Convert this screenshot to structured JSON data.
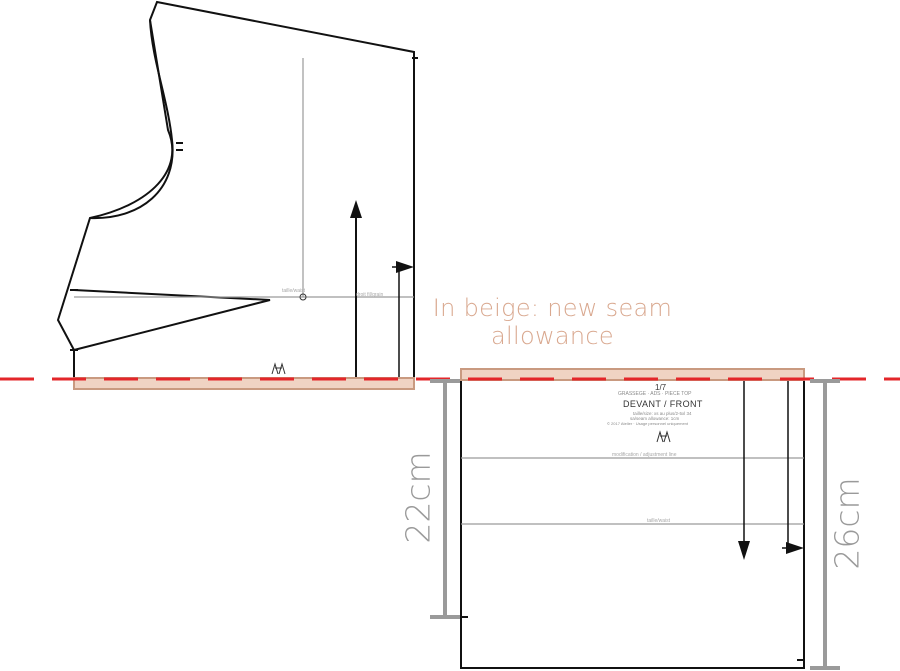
{
  "caption": {
    "line1": "In beige: new seam",
    "line2": "allowance"
  },
  "dimensions": {
    "left_measure": "22cm",
    "right_measure": "26cm"
  },
  "piece_label": {
    "count": "1/7",
    "model": "GRASSEGE · ADS · PIECE TOP",
    "title": "DEVANT / FRONT",
    "size_line": "taille/size: xs au plus/2-5xl 34",
    "seam_line": "sa/seam allowance: 1cm",
    "copyright": "© 2017 Atelier · Usage personnel uniquement"
  },
  "guide_labels": {
    "adjust_line": "modification / adjustment line",
    "waist_line": "taille/waist",
    "waist_line_top": "taille/waist",
    "grain_line_top": "droit fil/grain"
  },
  "colors": {
    "outline": "#111111",
    "guide": "#9a9a9a",
    "seam_allowance_fill": "#f0d3c3",
    "seam_allowance_stroke": "#c99a80",
    "cut_line": "#e3262a",
    "caption": "#d9a88f",
    "dimension": "#9a9a9a"
  }
}
